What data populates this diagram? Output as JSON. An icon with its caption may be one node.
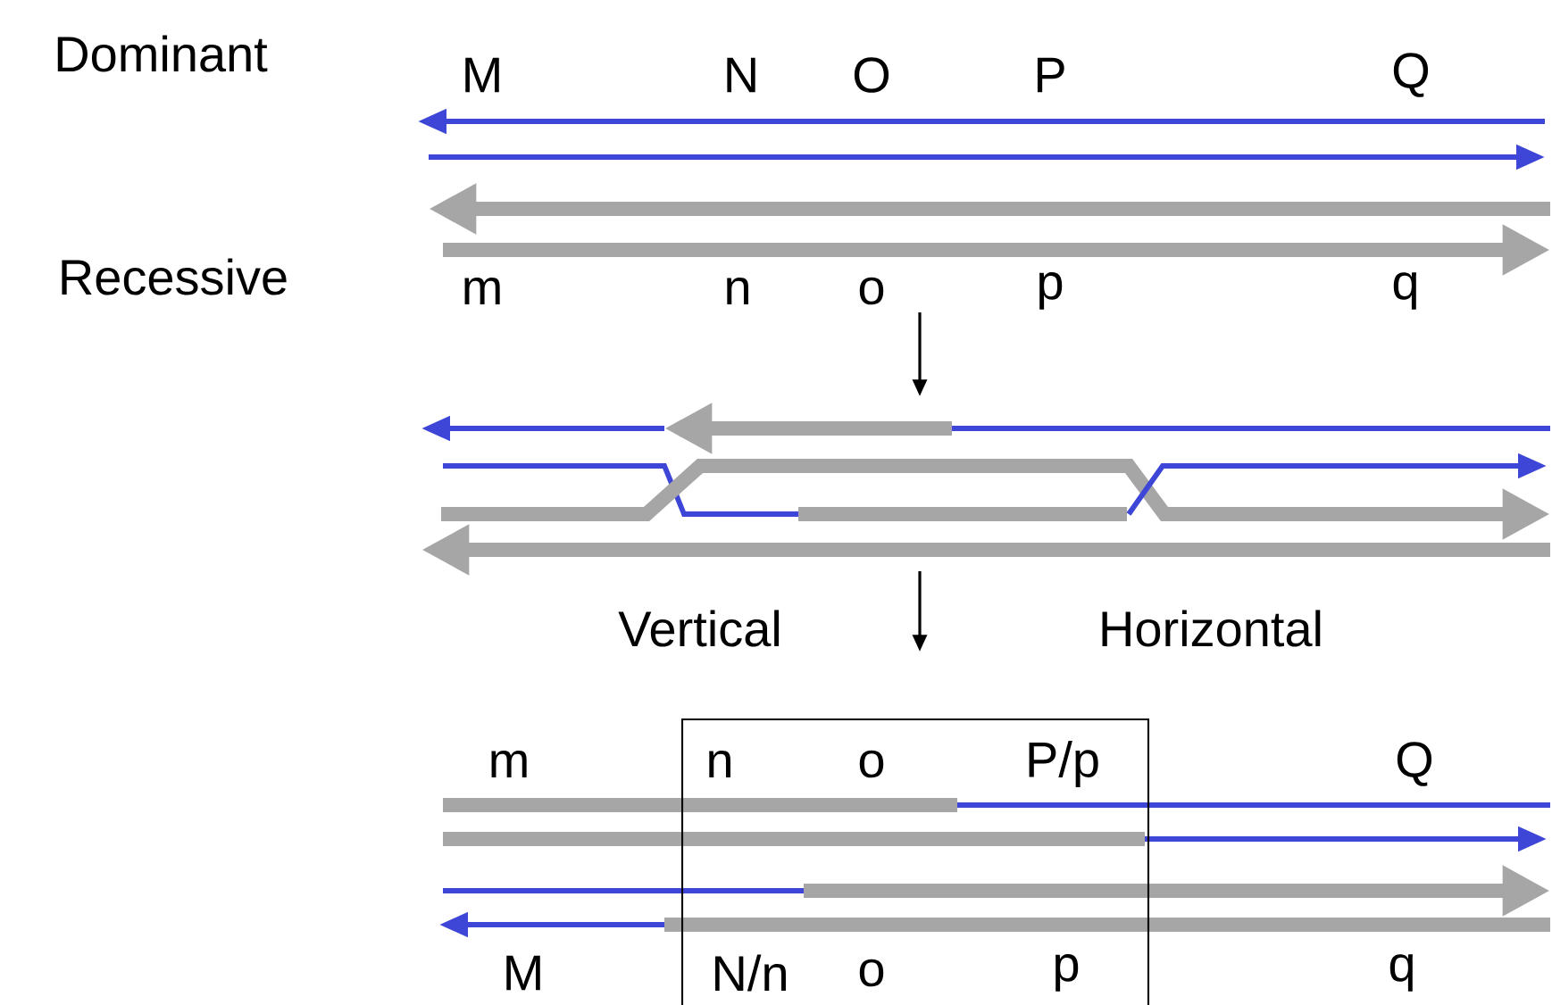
{
  "diagram": {
    "labels": [
      "Dominant",
      "M",
      "N",
      "O",
      "P",
      "Q",
      "Recessive",
      "m",
      "n",
      "o",
      "p",
      "q",
      "Vertical",
      "Horizontal",
      "m",
      "n",
      "o",
      "P/p",
      "Q",
      "M",
      "N/n",
      "o",
      "p",
      "q"
    ]
  }
}
